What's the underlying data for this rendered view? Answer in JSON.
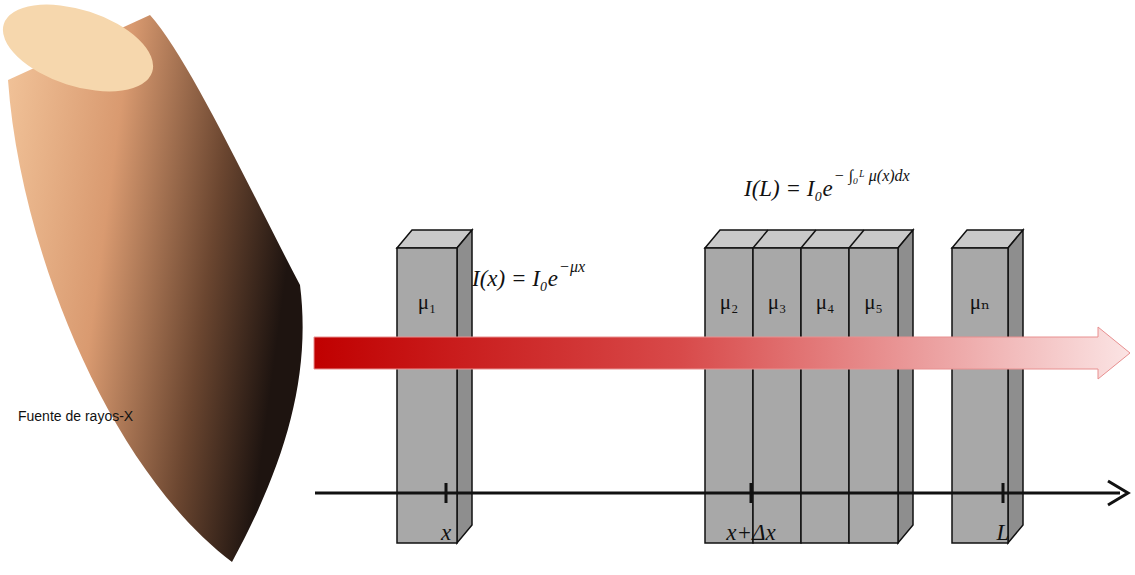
{
  "diagram": {
    "nodes": [
      {
        "text": [
          "μ₁"
        ]
      },
      {
        "text": [
          "μ₂"
        ]
      },
      {
        "text": [
          "μ₃"
        ]
      },
      {
        "text": [
          "μ₄"
        ]
      },
      {
        "text": [
          "μ₅"
        ]
      },
      {
        "text": [
          "μₙ"
        ]
      }
    ],
    "labels": [
      "I(x) = I₀e",
      "−μx",
      "I(L) = I₀e",
      "− ∫₀ᴸ μ(x)dx",
      "Fuente de rayos-X",
      "x",
      "x+Δx",
      "L"
    ]
  }
}
